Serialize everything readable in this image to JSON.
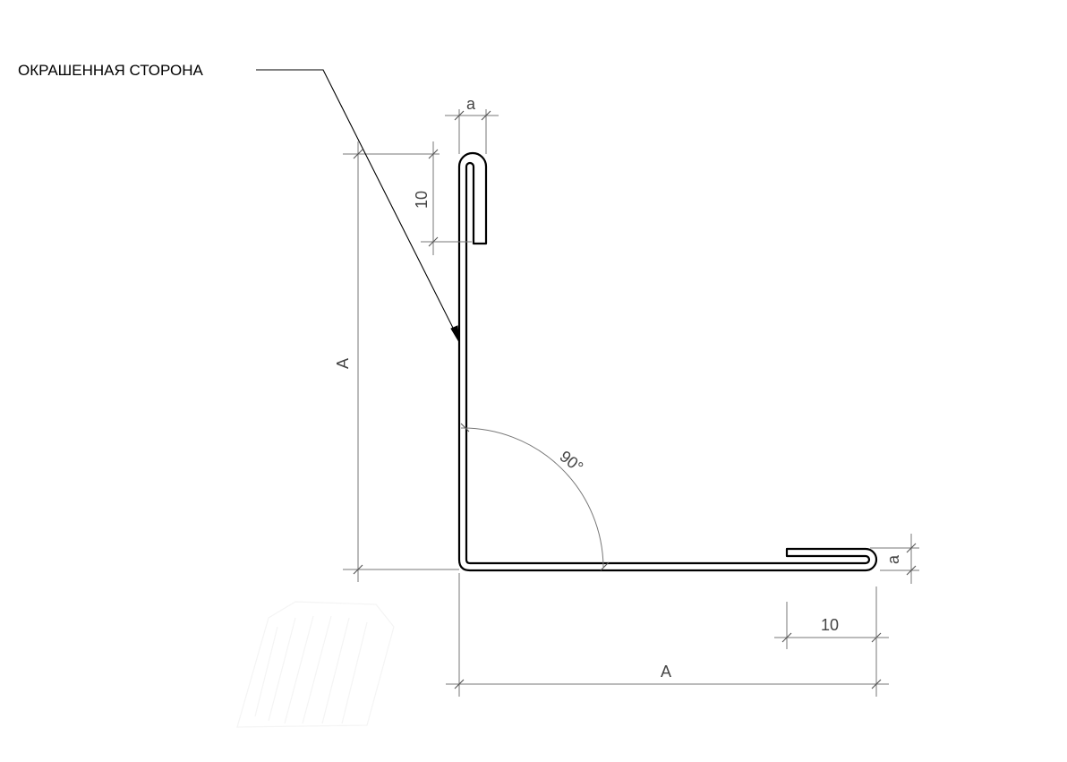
{
  "drawing": {
    "painted_side_label": "ОКРАШЕННАЯ СТОРОНА",
    "dim_a_top": "a",
    "dim_10_vertical": "10",
    "dim_A_vertical": "A",
    "angle": "90°",
    "dim_a_right": "a",
    "dim_10_horizontal": "10",
    "dim_A_horizontal": "A"
  }
}
